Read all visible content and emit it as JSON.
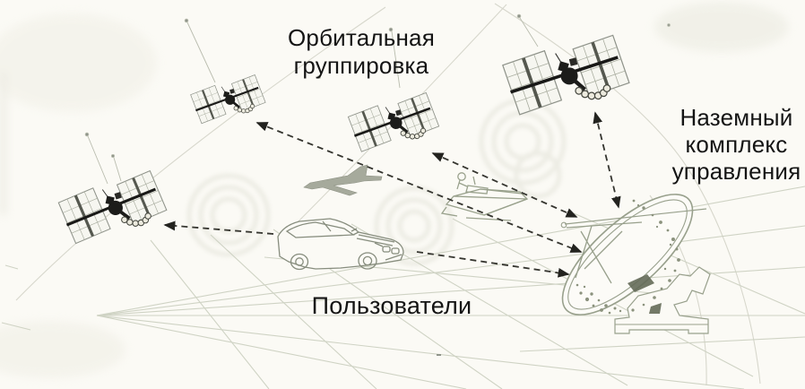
{
  "labels": {
    "orbital": {
      "line1": "Орбитальная",
      "line2": "группировка"
    },
    "ground": {
      "line1": "Наземный",
      "line2": "комплекс",
      "line3": "управления"
    },
    "users": {
      "line1": "Пользователи"
    }
  },
  "icons": {
    "satellites": [
      "satellite-left-icon",
      "satellite-upper-left-icon",
      "satellite-middle-icon",
      "satellite-upper-right-icon"
    ],
    "users": [
      "airplane-icon",
      "ship-icon",
      "car-icon"
    ],
    "ground": [
      "dish-antenna-icon"
    ]
  },
  "links": [
    {
      "from": "car",
      "to": "satellite-left",
      "arrows": "to-satellite"
    },
    {
      "from": "satellite-upper-left",
      "to": "dish-antenna",
      "via": "airplane",
      "arrows": "both"
    },
    {
      "from": "satellite-middle",
      "to": "dish-antenna",
      "via": "ship",
      "arrows": "both"
    },
    {
      "from": "satellite-upper-right",
      "to": "dish-antenna",
      "arrows": "both"
    },
    {
      "from": "car",
      "to": "dish-antenna",
      "arrows": "to-antenna"
    }
  ],
  "colors": {
    "paper": "#fbfaf5",
    "text": "#141414",
    "line_art": "#98a08c",
    "ground_grid": "#cdd1c2",
    "orbit_line": "#d7d7cc",
    "arrow": "#35352f",
    "satellite_dark": "#1c1c1a",
    "plane_fill": "#a6aa9c"
  }
}
